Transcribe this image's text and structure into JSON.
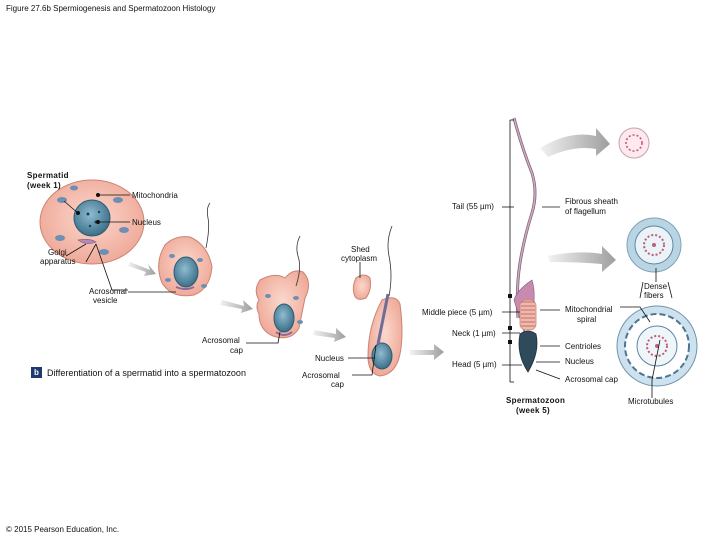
{
  "figure_title": "Figure 27.6b Spermiogenesis and Spermatozoon Histology",
  "copyright": "© 2015 Pearson Education, Inc.",
  "caption": {
    "badge": "b",
    "text": "Differentiation of a spermatid into a spermatozoon"
  },
  "labels": {
    "spermatid_line1": "Spermatid",
    "spermatid_line2": "(week 1)",
    "mitochondria": "Mitochondria",
    "nucleus_top": "Nucleus",
    "golgi_line1": "Golgi",
    "golgi_line2": "apparatus",
    "acrosomal_vesicle_line1": "Acrosomal",
    "acrosomal_vesicle_line2": "vesicle",
    "acrosomal_cap_left_line1": "Acrosomal",
    "acrosomal_cap_left_line2": "cap",
    "nucleus_mid": "Nucleus",
    "acrosomal_cap_mid_line1": "Acrosomal",
    "acrosomal_cap_mid_line2": "cap",
    "shed_line1": "Shed",
    "shed_line2": "cytoplasm",
    "tail": "Tail (55 µm)",
    "middle_piece": "Middle piece (5 µm)",
    "neck": "Neck (1 µm)",
    "head": "Head (5 µm)",
    "spermatozoon_line1": "Spermatozoon",
    "spermatozoon_line2": "(week 5)",
    "fibrous_line1": "Fibrous sheath",
    "fibrous_line2": "of flagellum",
    "dense_line1": "Dense",
    "dense_line2": "fibers",
    "mito_spiral_line1": "Mitochondrial",
    "mito_spiral_line2": "spiral",
    "centrioles": "Centrioles",
    "nucleus_right": "Nucleus",
    "acrosomal_cap_right": "Acrosomal cap",
    "microtubules": "Microtubules"
  },
  "colors": {
    "cell_fill": "#f4b8a8",
    "cell_stroke": "#c98474",
    "nucleus_fill": "#5e8fa8",
    "nucleus_stroke": "#2f5a70",
    "organelle": "#6d8fb5",
    "arrow": "#a9a9a9",
    "leader": "#111111",
    "sheath_fill": "#b9d4e3"
  }
}
